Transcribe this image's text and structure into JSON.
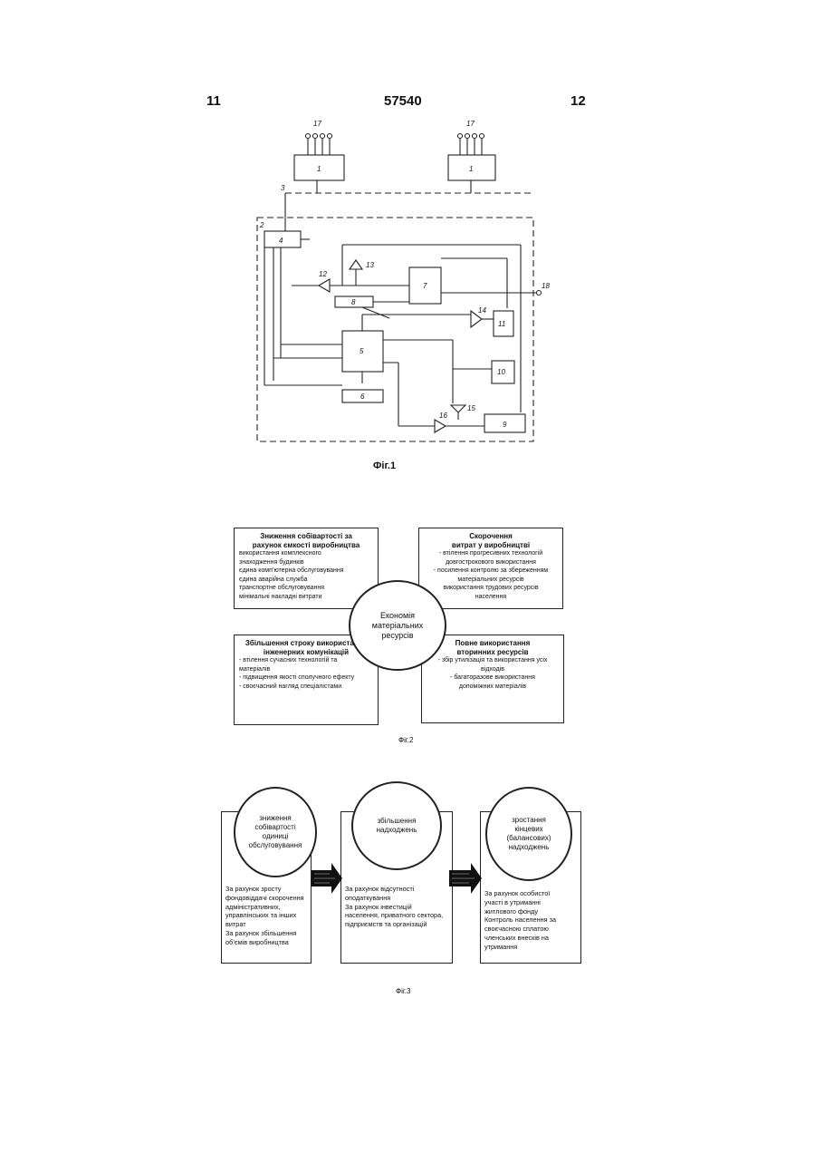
{
  "header": {
    "left": "11",
    "center": "57540",
    "right": "12"
  },
  "fig1": {
    "caption": "Фіг.1",
    "labels": {
      "n17a": "17",
      "n17b": "17",
      "b1a": "1",
      "b1b": "1",
      "n3": "3",
      "n2": "2",
      "b4": "4",
      "n12": "12",
      "n13": "13",
      "b7": "7",
      "n18": "18",
      "b8": "8",
      "n14": "14",
      "b11": "11",
      "b5": "5",
      "b10": "10",
      "b6": "6",
      "n15": "15",
      "n16": "16",
      "b9": "9"
    }
  },
  "fig2": {
    "caption": "Фіг.2",
    "center": "Економія\nматеріальних\nресурсів",
    "tl_title": "Зниження собівартості за\nрахунок ємкості виробництва",
    "tl_body": "використання комплексного\nзнаходження будинків\nєдина комп’ютерна обслуговування\nєдина аварійна служба\nтранспортне обслуговування\nмінімальні накладні витрати",
    "tr_title": "Скорочення\nвитрат   у  виробництві",
    "tr_body": "- втілення прогресивних технологій\nдовгострокового використання\n- посилення контролю за збереженням\nматеріальних ресурсів\nвикористання трудових ресурсів\nнаселення",
    "bl_title": "Збільшення строку використання\nінженерних комунікацій",
    "bl_body": "- втілення сучасних технологій та\nматеріалів\n- підвищення якості сполучного ефекту\n- своєчасний нагляд спеціалістами",
    "br_title": "Повне використання\nвторинних ресурсів",
    "br_body": "- збір  утилізація та використання усіх\nвідходів\n- багаторазове використання\nдопоміжних матеріалів"
  },
  "fig3": {
    "caption": "Фіг.3",
    "c1": "зниження\nсобівартості\nодиниці\nобслуговування",
    "t1": "  За рахунок зросту\nфондовіддачі  скорочення\nадміністративних,\nуправлінських та інших\nвитрат\nЗа рахунок збільшення\nоб’ємів виробництва",
    "c2": "збільшення\nнадходжень",
    "t2": "За рахунок відсутності\nоподаткування\nЗа рахунок інвестицій\nнаселення, приватного сектора,\nпідприємств та організацій",
    "c3": "зростання\nкінцевих\n(балансових)\nнадходжень",
    "t3": "За рахунок особистої\nучасті в утриманні\nжитлового фонду\nКонтроль населення за\nсвоєчасною сплатою\nчленських внесків на\nутримання"
  }
}
